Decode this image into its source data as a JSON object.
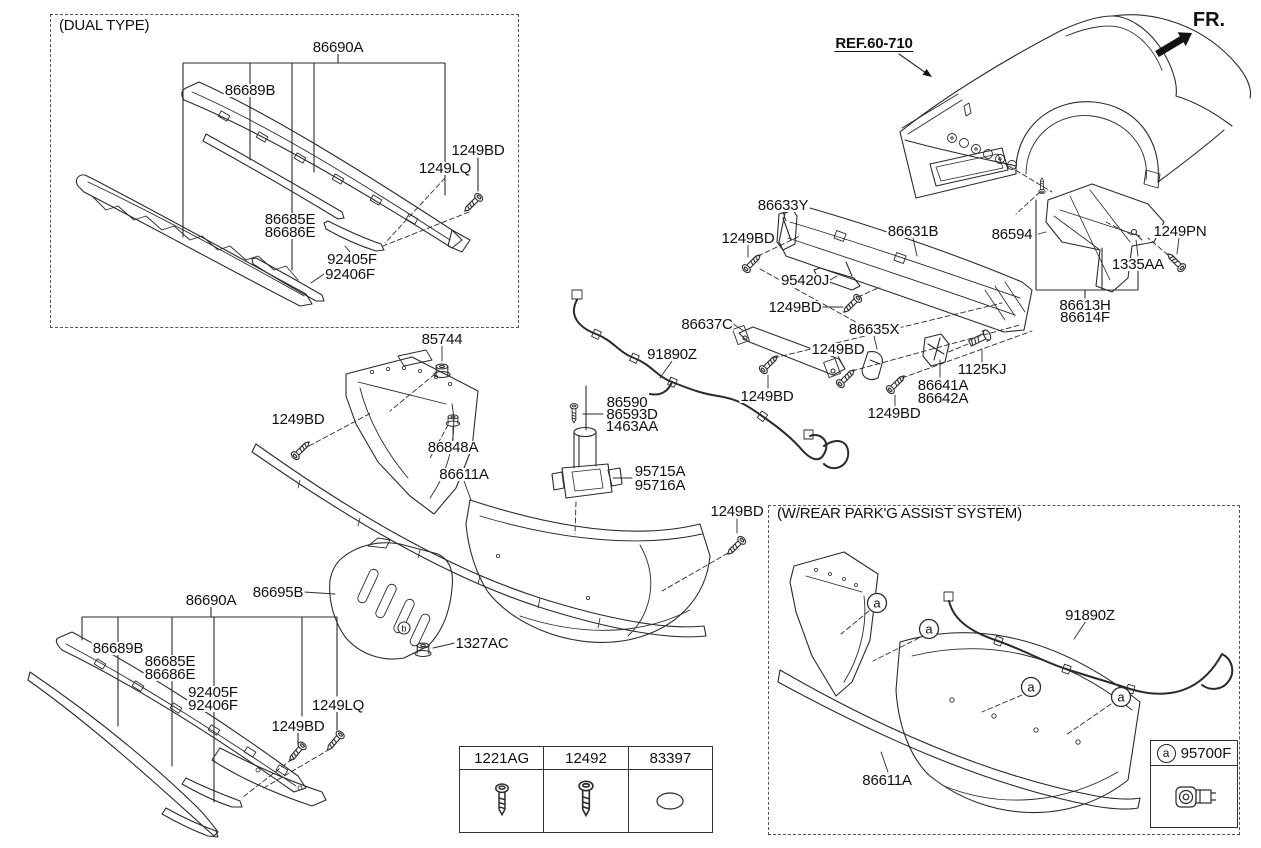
{
  "canvas": {
    "background": "#ffffff",
    "line_color": "#2b2b2b"
  },
  "direction_indicator": {
    "label": "FR."
  },
  "reference": {
    "label": "REF.60-710"
  },
  "boxes": {
    "dual_type_title": "(DUAL TYPE)",
    "park_assist_title": "(W/REAR PARK'G ASSIST SYSTEM)"
  },
  "callouts": {
    "a": "a",
    "b": "b"
  },
  "legend": {
    "marker": "a",
    "part_number": "95700F"
  },
  "fastener_table": {
    "columns": [
      "1221AG",
      "12492",
      "83397"
    ],
    "icons": [
      "screw",
      "screw",
      "grommet"
    ]
  },
  "part_labels": [
    "86690A",
    "86689B",
    "1249BD",
    "1249LQ",
    "86685E",
    "86686E",
    "92405F",
    "92406F",
    "86633Y",
    "1249BD",
    "86631B",
    "95420J",
    "1249BD",
    "86637C",
    "86635X",
    "1249BD",
    "1249BD",
    "1249BD",
    "1125KJ",
    "86641A",
    "86642A",
    "86594",
    "1249PN",
    "1335AA",
    "86613H",
    "86614F",
    "91890Z",
    "85744",
    "1249BD",
    "86848A",
    "86611A",
    "86590",
    "86593D",
    "1463AA",
    "95715A",
    "95716A",
    "1249BD",
    "86690A",
    "86695B",
    "86689B",
    "86685E",
    "86686E",
    "92405F",
    "92406F",
    "1249LQ",
    "1249BD",
    "1327AC",
    "91890Z",
    "86611A"
  ]
}
